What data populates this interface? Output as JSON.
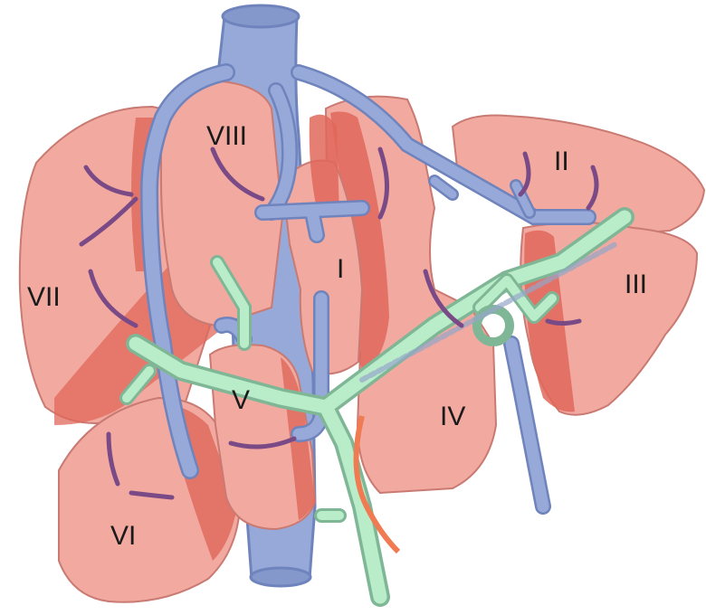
{
  "diagram": {
    "segments": [
      {
        "id": "I",
        "label": "I"
      },
      {
        "id": "II",
        "label": "II"
      },
      {
        "id": "III",
        "label": "III"
      },
      {
        "id": "IV",
        "label": "IV"
      },
      {
        "id": "V",
        "label": "V"
      },
      {
        "id": "VI",
        "label": "VI"
      },
      {
        "id": "VII",
        "label": "VII"
      },
      {
        "id": "VIII",
        "label": "VIII"
      }
    ]
  },
  "colors": {
    "liver_tissue": "#f1a9a0",
    "liver_outline": "#c97a72",
    "segment_boundary": "#e0675a",
    "veins": "#97a9d8",
    "vein_outline": "#6f83bd",
    "biliary": "#b9ecc8",
    "artery": "#f07a52",
    "branch": "#7a4a86"
  }
}
